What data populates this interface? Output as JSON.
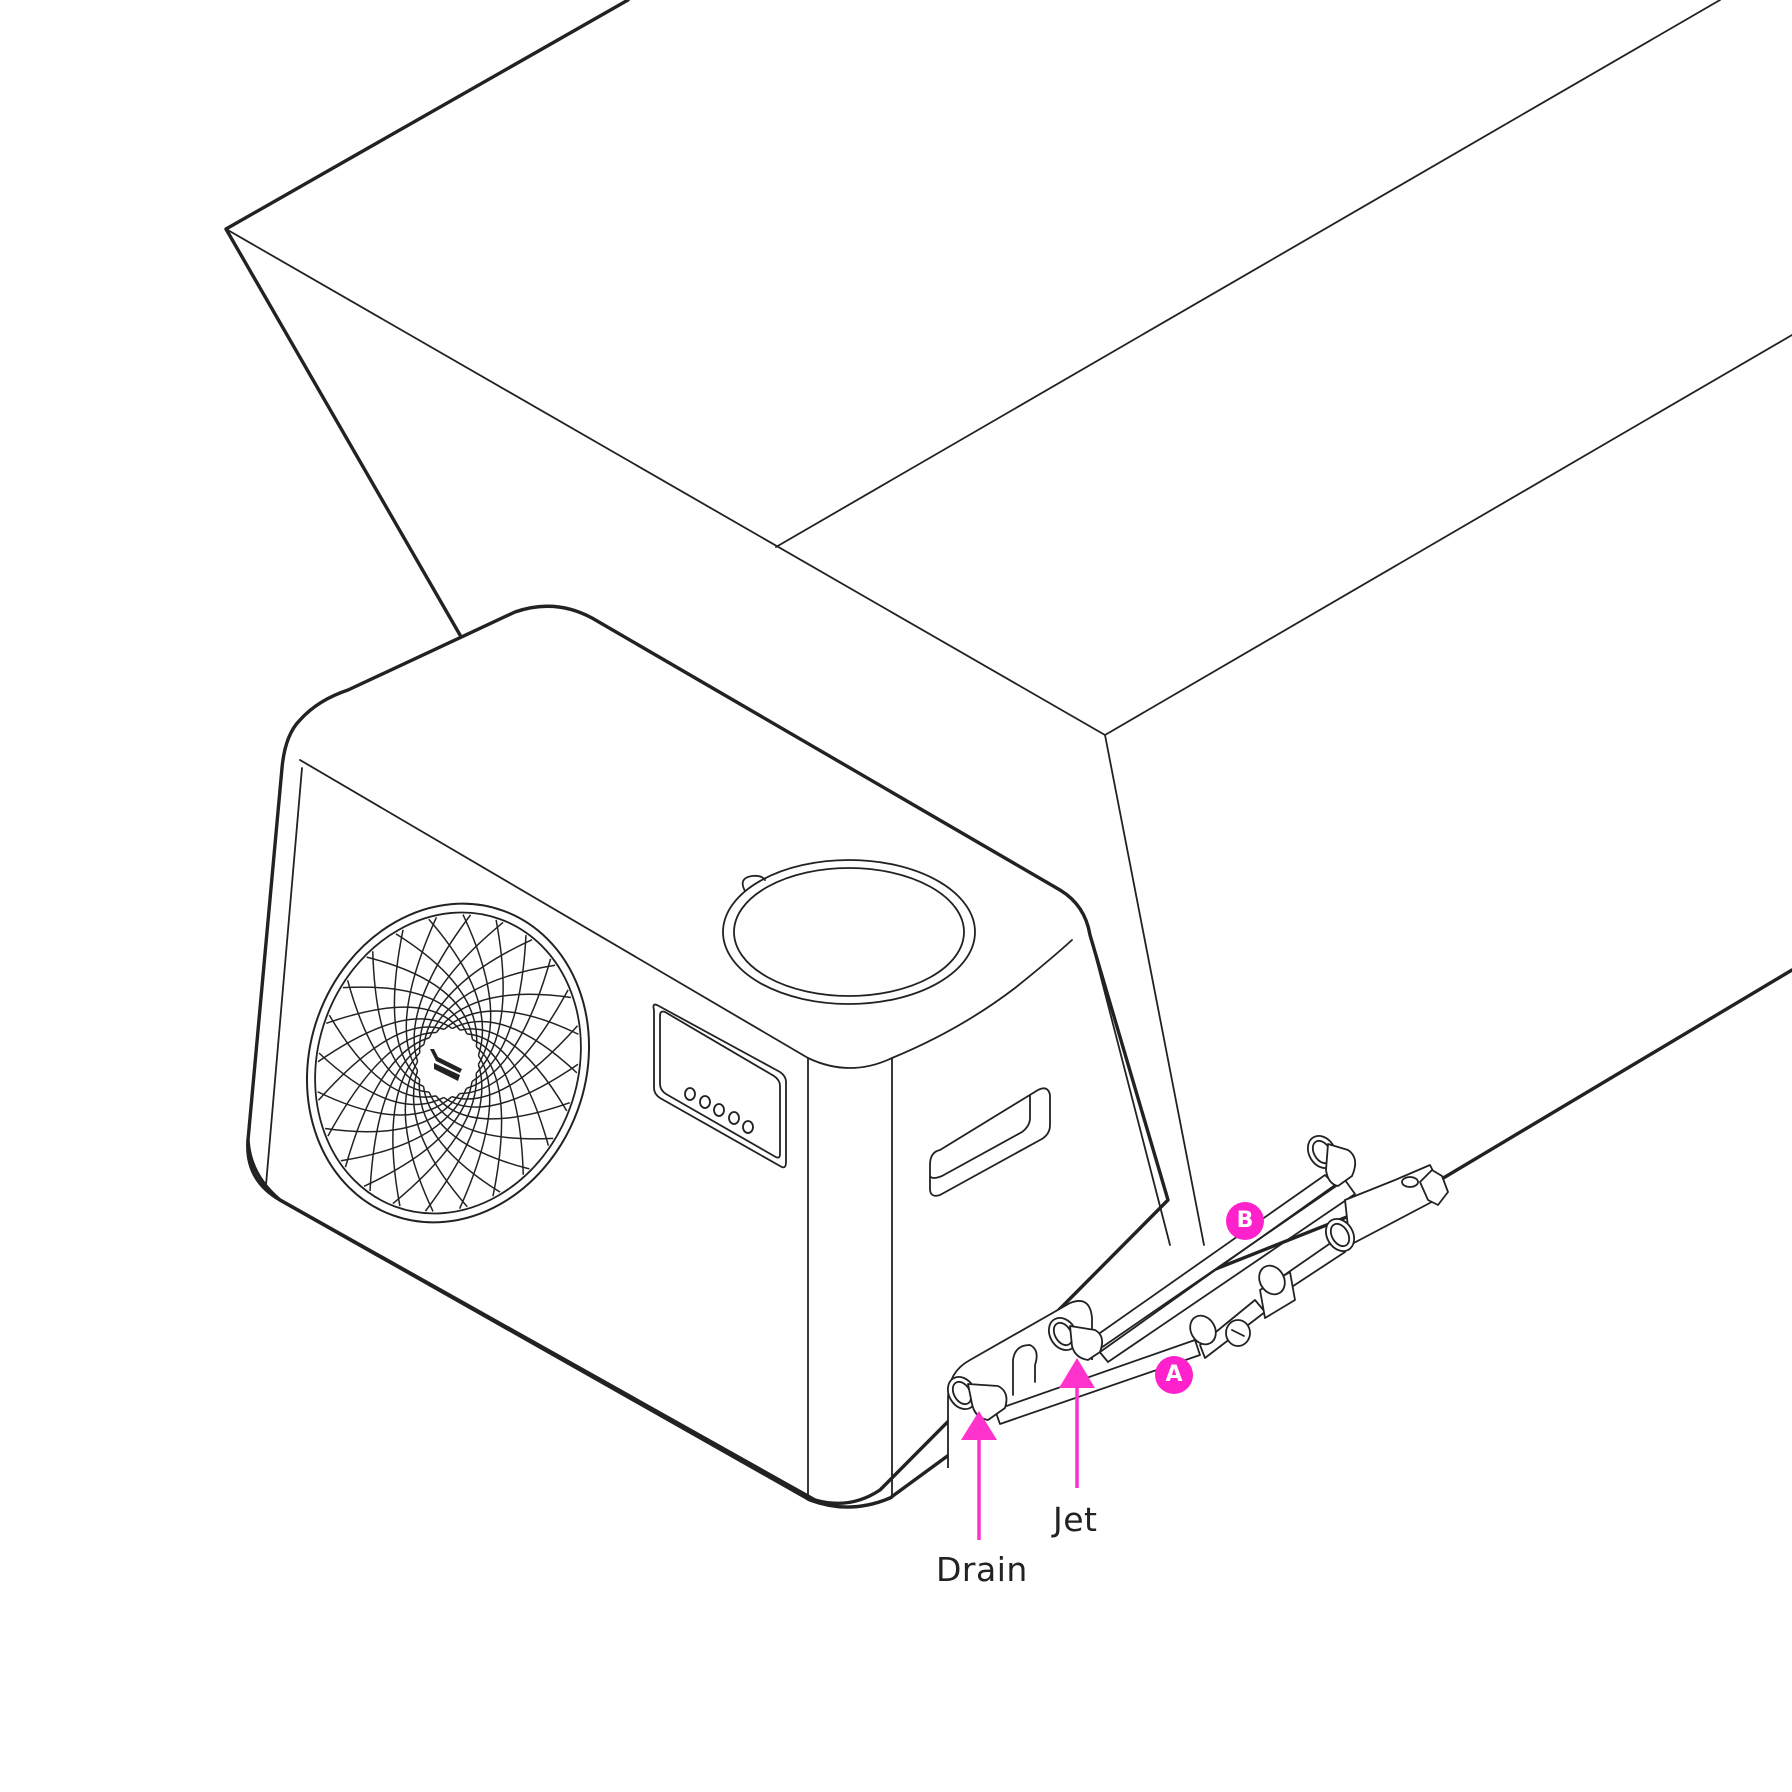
{
  "diagram": {
    "subject": "Heat pump connected to pool/spa with plumbing",
    "accent_color": "#FF33CC",
    "line_color": "#222222",
    "background": "#FFFFFF"
  },
  "labels": {
    "drain": "Drain",
    "jet": "Jet"
  },
  "badges": {
    "a": "A",
    "b": "B"
  },
  "components": {
    "heat_pump": {
      "fan_grille": "fan-grille",
      "control_panel_buttons": 5,
      "top_vent": "circular-vent",
      "side_handle": "handle"
    },
    "tub": "rectangular-spa-tub",
    "fittings": [
      "drain-connector",
      "jet-connector",
      "hose-a",
      "hose-b",
      "tee-valve",
      "bypass-valve"
    ]
  }
}
